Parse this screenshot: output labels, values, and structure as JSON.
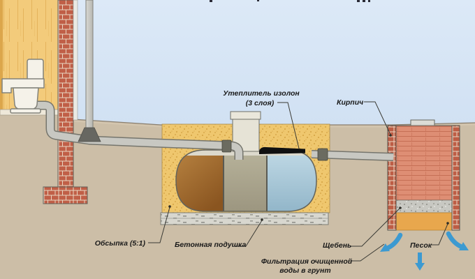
{
  "diagram": {
    "title_note": "",
    "labels": {
      "insulation_line1": "Утеплитель изолон",
      "insulation_line2": "(3 слоя)",
      "brick": "Кирпич",
      "backfill": "Обсыпка (5:1)",
      "concrete_pad": "Бетонная подушка",
      "gravel": "Щебень",
      "sand": "Песок",
      "filtration_line1": "Фильтрация очищенной",
      "filtration_line2": "воды в грунт"
    },
    "colors": {
      "arrow_blue": "#3c9ad1",
      "sky_top": "#dce9f7",
      "sky_bottom": "#c3d7ee",
      "ground": "#ccbea7",
      "backfill_sand": "#efc76e",
      "brick_red": "#c05f47",
      "mortar": "#e9d6c2",
      "well_inner": "#de8e74",
      "gravel_gray": "#c8c8c2",
      "sand_layer_orange": "#e8a74d",
      "concrete": "#d8d7cf",
      "wood_wall": "#f3cb7b",
      "tank_shell": "#dcd9cc",
      "chamber1_top": "#b5803f",
      "chamber1_bottom": "#8a5520",
      "chamber2_top": "#b5b098",
      "chamber2_bottom": "#9c9680",
      "chamber3_top": "#bcd6e3",
      "chamber3_bottom": "#92b6c9",
      "insulation_black": "#101010",
      "pipe_gray": "#c8c8c2",
      "fitting_dark": "#676761"
    }
  }
}
